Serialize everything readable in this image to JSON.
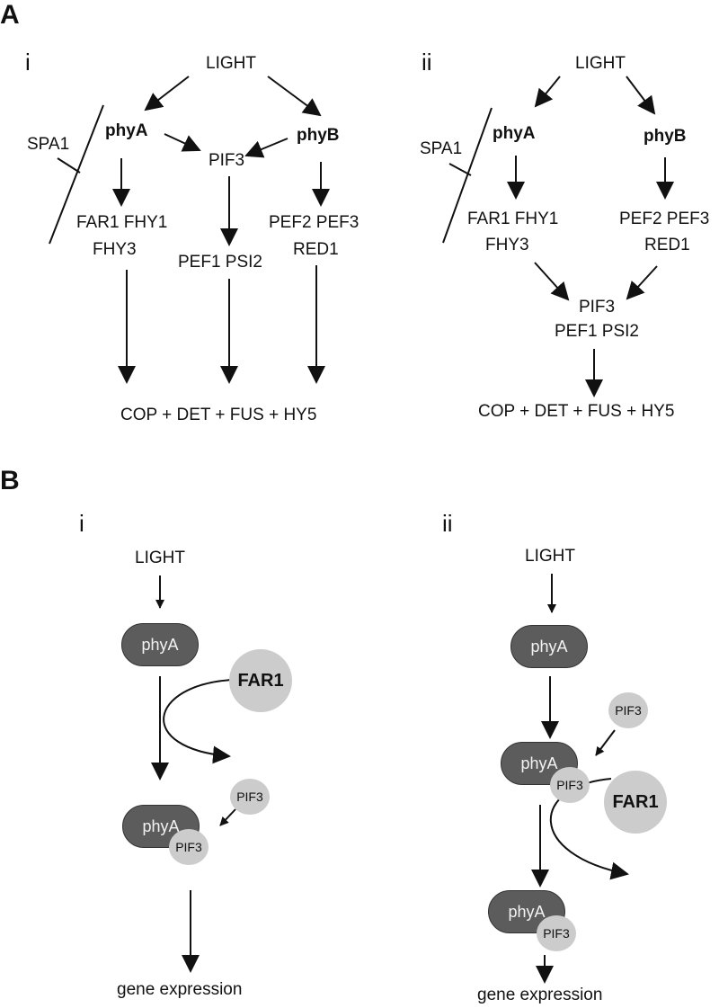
{
  "panelA": {
    "label": "A",
    "i": {
      "roman": "i",
      "light": "LIGHT",
      "spa1": "SPA1",
      "phyA": "phyA",
      "phyB": "phyB",
      "pif3": "PIF3",
      "far1_fhy1": "FAR1 FHY1",
      "fhy3": "FHY3",
      "pef1_psi2": "PEF1 PSI2",
      "pef2_pef3": "PEF2 PEF3",
      "red1": "RED1",
      "output": "COP + DET + FUS + HY5"
    },
    "ii": {
      "roman": "ii",
      "light": "LIGHT",
      "spa1": "SPA1",
      "phyA": "phyA",
      "phyB": "phyB",
      "far1_fhy1": "FAR1 FHY1",
      "fhy3": "FHY3",
      "pef2_pef3": "PEF2 PEF3",
      "red1": "RED1",
      "pif3": "PIF3",
      "pef1_psi2": "PEF1 PSI2",
      "output": "COP + DET + FUS + HY5"
    }
  },
  "panelB": {
    "label": "B",
    "i": {
      "roman": "i",
      "light": "LIGHT",
      "phyA_top": "phyA",
      "far1": "FAR1",
      "pif3_free": "PIF3",
      "phyA_complex": "phyA",
      "pif3_complex": "PIF3",
      "output": "gene expression"
    },
    "ii": {
      "roman": "ii",
      "light": "LIGHT",
      "phyA_top": "phyA",
      "pif3_free": "PIF3",
      "phyA_mid": "phyA",
      "pif3_mid": "PIF3",
      "far1": "FAR1",
      "phyA_bottom": "phyA",
      "pif3_bottom": "PIF3",
      "output": "gene expression"
    }
  },
  "colors": {
    "phyA_fill": "#5c5c5c",
    "light_blob_fill": "#cccccc",
    "line": "#111111"
  }
}
